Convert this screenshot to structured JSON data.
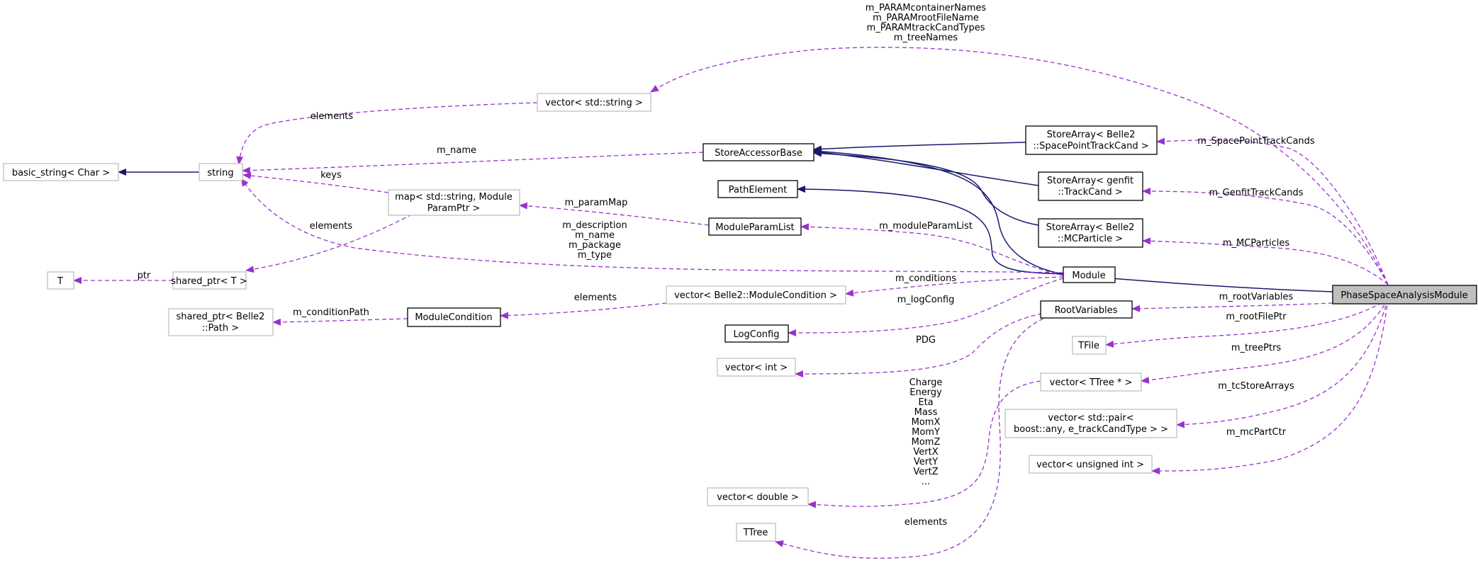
{
  "nodes": {
    "phase": "PhaseSpaceAnalysisModule",
    "module": "Module",
    "path_element": "PathElement",
    "module_param_list": "ModuleParamList",
    "log_config": "LogConfig",
    "module_condition": "ModuleCondition",
    "store_accessor_base": "StoreAccessorBase",
    "store_sp_1": "StoreArray< Belle2",
    "store_sp_2": "::SpacePointTrackCand >",
    "store_gf_1": "StoreArray< genfit",
    "store_gf_2": "::TrackCand >",
    "store_mc_1": "StoreArray< Belle2",
    "store_mc_2": "::MCParticle >",
    "root_variables": "RootVariables",
    "tfile": "TFile",
    "vec_ttree": "vector< TTree * >",
    "vec_pair_1": "vector< std::pair<",
    "vec_pair_2": "boost::any, e_trackCandType > >",
    "vec_uint": "vector< unsigned int >",
    "vec_int": "vector< int >",
    "vec_double": "vector< double >",
    "ttree": "TTree",
    "vec_modcond": "vector< Belle2::ModuleCondition >",
    "vec_string": "vector< std::string >",
    "string": "string",
    "basic_string": "basic_string< Char >",
    "map_1": "map< std::string, Module",
    "map_2": "ParamPtr >",
    "shared_ptr_t": "shared_ptr< T >",
    "t": "T",
    "shared_path_1": "shared_ptr< Belle2",
    "shared_path_2": "::Path >"
  },
  "edge_labels": {
    "param_names": [
      "m_PARAMcontainerNames",
      "m_PARAMrootFileName",
      "m_PARAMtrackCandTypes",
      "m_treeNames"
    ],
    "sp_track_cands": "m_SpacePointTrackCands",
    "genfit_track_cands": "m_GenfitTrackCands",
    "mc_particles": "m_MCParticles",
    "root_variables": "m_rootVariables",
    "root_file_ptr": "m_rootFilePtr",
    "tree_ptrs": "m_treePtrs",
    "tc_store_arrays": "m_tcStoreArrays",
    "mc_part_ctr": "m_mcPartCtr",
    "elements_vecstring": "elements",
    "m_name": "m_name",
    "keys": "keys",
    "elements_map": "elements",
    "ptr": "ptr",
    "m_param_map": "m_paramMap",
    "m_module_param_list": "m_moduleParamList",
    "module_members": [
      "m_description",
      "m_name",
      "m_package",
      "m_type"
    ],
    "m_conditions": "m_conditions",
    "elements_modcond": "elements",
    "m_condition_path": "m_conditionPath",
    "m_log_config": "m_logConfig",
    "pdg": "PDG",
    "root_double_members": [
      "Charge",
      "Energy",
      "Eta",
      "Mass",
      "MomX",
      "MomY",
      "MomZ",
      "VertX",
      "VertY",
      "VertZ",
      "..."
    ],
    "elements_ttree": "elements"
  },
  "colors": {
    "inheritance": "#191970",
    "usage": "#9a32cd",
    "focus_fill": "#bfbfbf",
    "grey_border": "#bfbfbf"
  }
}
